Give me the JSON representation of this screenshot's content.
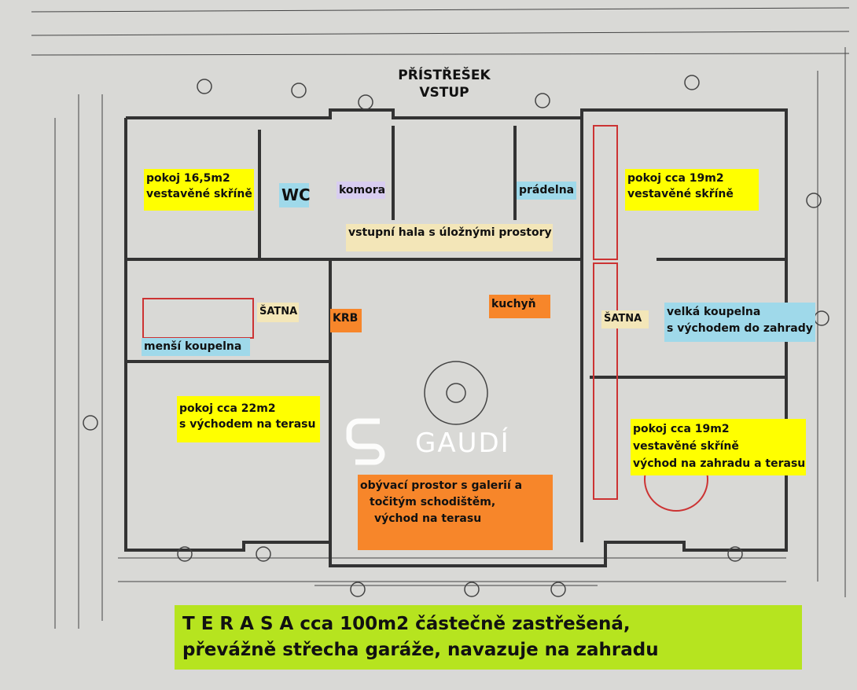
{
  "title": {
    "line1": "PŘÍSTŘEŠEK",
    "line2": "VSTUP"
  },
  "rooms": {
    "room_left_top": {
      "line1": "pokoj 16,5m2",
      "line2": "vestavěné skříně"
    },
    "wc": "WC",
    "komora": "komora",
    "pradelna": "prádelna",
    "room_right_top": {
      "line1": "pokoj cca 19m2",
      "line2": "vestavěné skříně"
    },
    "hall": "vstupní hala s úložnými prostory",
    "kitchen": "kuchyň",
    "fireplace": "KRB",
    "wardrobe_left": "ŠATNA",
    "wardrobe_right": "ŠATNA",
    "big_bathroom": {
      "line1": "velká koupelna",
      "line2": "s východem do zahrady"
    },
    "small_bathroom": "menší koupelna",
    "room_left_bottom": {
      "line1": "pokoj cca 22m2",
      "line2": "s východem na terasu"
    },
    "room_right_bottom": {
      "line1": "pokoj cca 19m2",
      "line2": "vestavěné skříně",
      "line3": "východ na zahradu a terasu"
    },
    "living": {
      "line1": "obývací prostor s galerií a",
      "line2": "točitým schodištěm,",
      "line3": "východ na terasu"
    }
  },
  "terrace": {
    "line1": "T E R A S A  cca 100m2 částečně zastřešená,",
    "line2": "převážně střecha garáže, navazuje na zahradu"
  },
  "watermark": "GAUDÍ"
}
